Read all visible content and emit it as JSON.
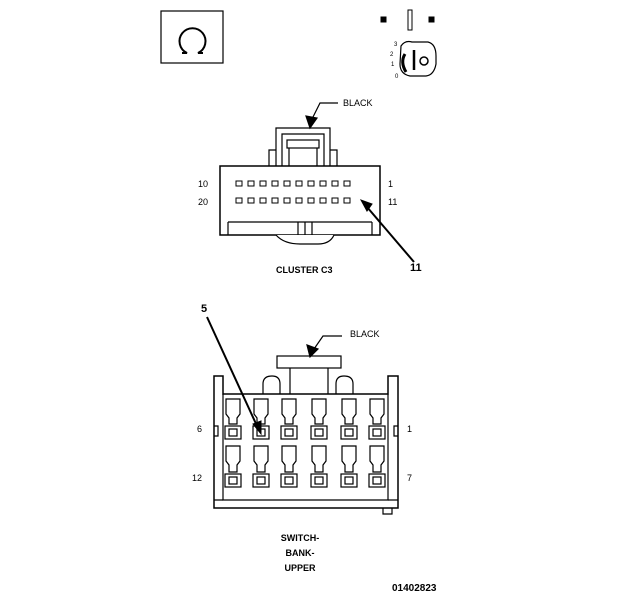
{
  "cluster_connector": {
    "color_label": "BLACK",
    "pin_left_top": "10",
    "pin_left_bottom": "20",
    "pin_right_top": "1",
    "pin_right_bottom": "11",
    "callout": "11",
    "caption": "CLUSTER C3"
  },
  "switch_connector": {
    "color_label": "BLACK",
    "callout": "5",
    "pin_left_top": "6",
    "pin_left_bottom": "12",
    "pin_right_top": "1",
    "pin_right_bottom": "7",
    "caption_line1": "SWITCH-",
    "caption_line2": "BANK-",
    "caption_line3": "UPPER"
  },
  "key_icon": {
    "pos_labels": [
      "3",
      "2",
      "1",
      "0"
    ]
  },
  "figure_id": "01402823"
}
